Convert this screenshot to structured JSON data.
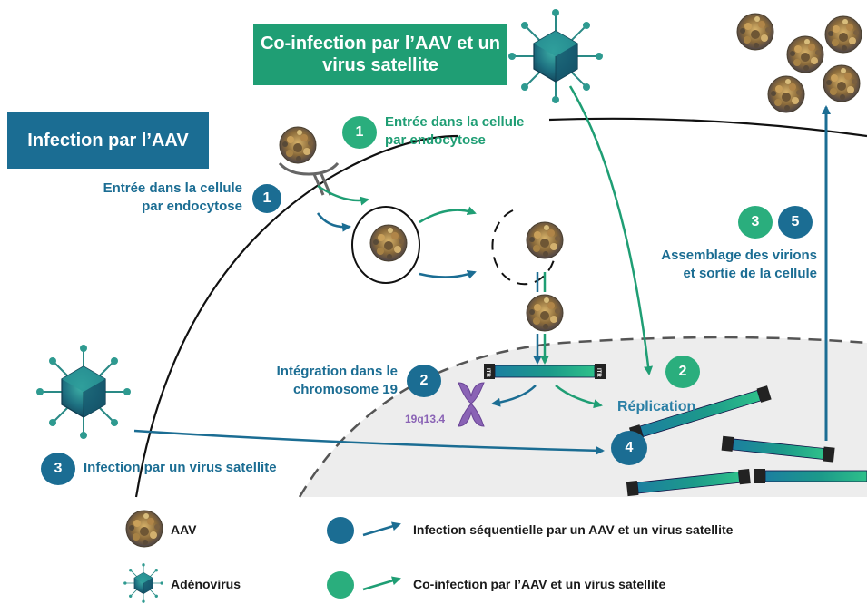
{
  "titles": {
    "aav_infection": "Infection par l’AAV",
    "coinfection": "Co-infection par l’AAV et un virus satellite"
  },
  "steps": {
    "blue_1_label": "Entrée dans la cellule par endocytose",
    "blue_1_num": "1",
    "green_1_label": "Entrée dans la cellule par endocytose",
    "green_1_num": "1",
    "integration_label": "Intégration dans le chromosome 19",
    "blue_2_num": "2",
    "chromosome_locus": "19q13.4",
    "replication_label": "Réplication",
    "green_2_num": "2",
    "assembly_label": "Assemblage des virions et sortie de la cellule",
    "green_3_num": "3",
    "blue_5_num": "5",
    "satellite_label": "Infection par un virus satellite",
    "blue_3_num": "3",
    "blue_4_num": "4",
    "itr": "ITR"
  },
  "legend": {
    "aav": "AAV",
    "adenovirus": "Adénovirus",
    "sequential": "Infection séquentielle par un AAV et un virus satellite",
    "coinfection": "Co-infection par l’AAV et un virus satellite"
  },
  "colors": {
    "blue": "#1b6d93",
    "green": "#1f9e74",
    "nucleus": "#ededed",
    "chromosome": "#8a63b5"
  },
  "icons": [
    "aav-virion-icon",
    "adenovirus-icon",
    "chromosome-icon",
    "dna-segment-icon",
    "endosome-icon"
  ]
}
